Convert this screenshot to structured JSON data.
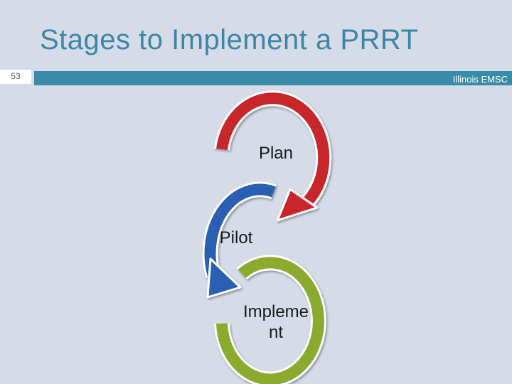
{
  "slide": {
    "title": "Stages to Implement a PRRT",
    "number": "53",
    "footer": "Illinois EMSC"
  },
  "diagram": {
    "stages": [
      {
        "label": "Plan",
        "color": "#c8282b"
      },
      {
        "label": "Pilot",
        "color": "#2c5fb4"
      },
      {
        "label_lines": [
          "Impleme",
          "nt"
        ],
        "color": "#8aab2e"
      }
    ]
  }
}
